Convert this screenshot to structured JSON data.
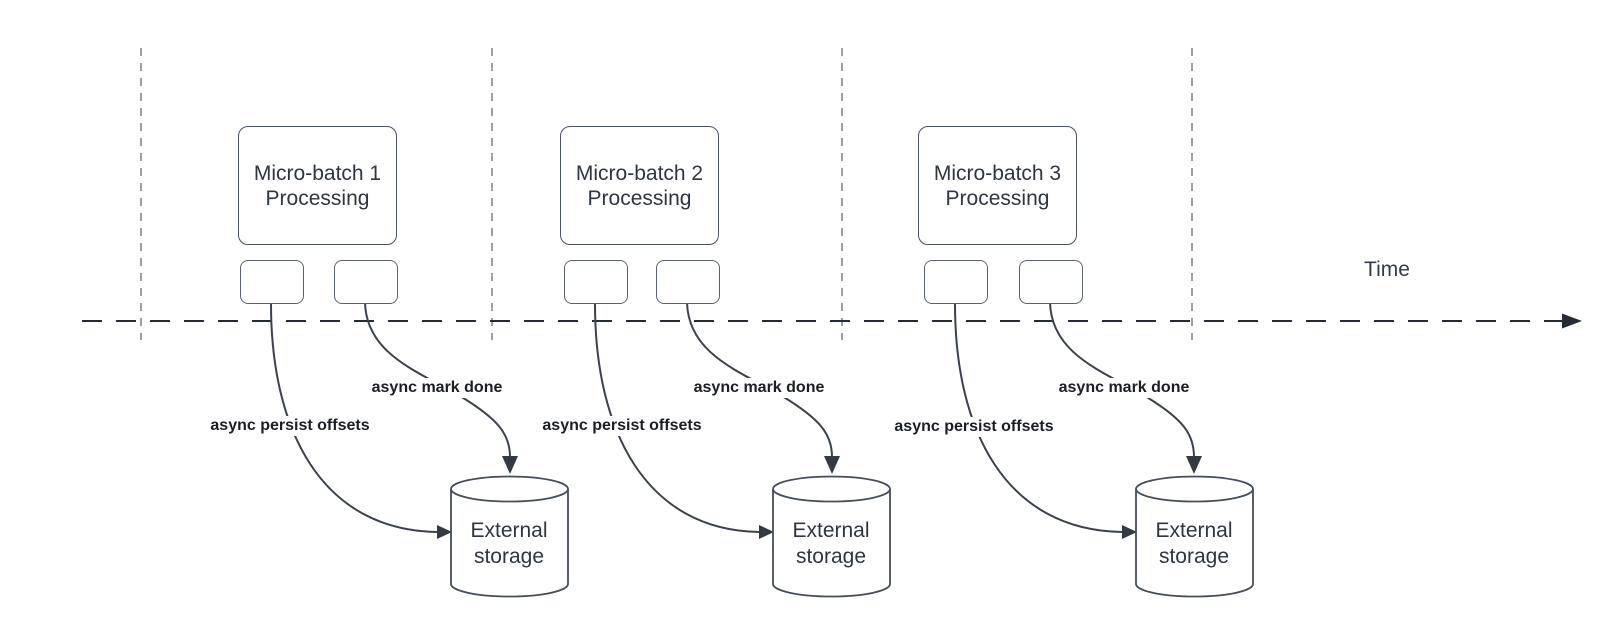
{
  "diagram": {
    "time_label": "Time",
    "batches": [
      {
        "title": "Micro-batch 1\nProcessing",
        "persist_label": "async persist offsets",
        "mark_done_label": "async mark done",
        "storage": "External\nstorage"
      },
      {
        "title": "Micro-batch 2\nProcessing",
        "persist_label": "async persist offsets",
        "mark_done_label": "async mark done",
        "storage": "External\nstorage"
      },
      {
        "title": "Micro-batch 3\nProcessing",
        "persist_label": "async persist offsets",
        "mark_done_label": "async mark done",
        "storage": "External\nstorage"
      }
    ],
    "colors": {
      "edge_line": "#3b424c",
      "timeline": "#262c33",
      "guide_line": "#9aa0a6",
      "shape_border": "#4a5260",
      "shape_text": "#2f3640",
      "label_text": "#1b1e24",
      "background": "#ffffff"
    }
  }
}
